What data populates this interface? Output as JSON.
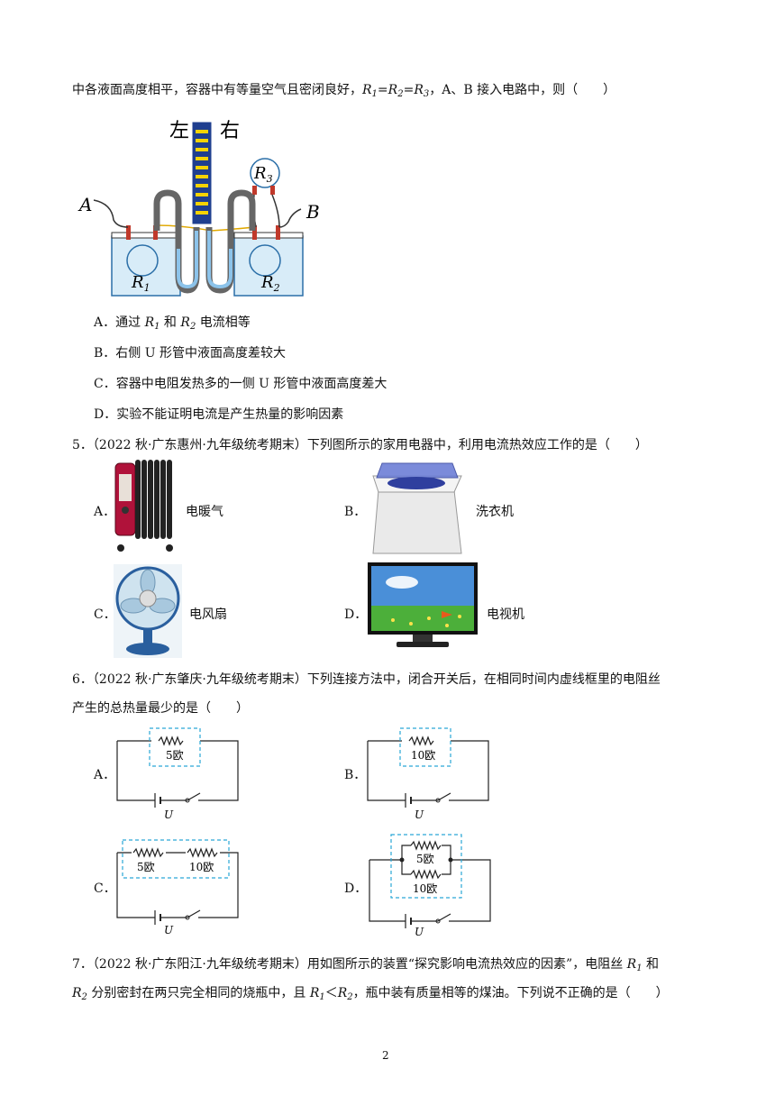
{
  "page_number": "2",
  "q4": {
    "stem_tail_a": "中各液面高度相平，容器中有等量空气且密闭良好，",
    "r1": "R",
    "s1": "1",
    "eq1": "=",
    "r2": "R",
    "s2": "2",
    "eq2": "=",
    "r3": "R",
    "s3": "3",
    "stem_tail_b": "，A、B 接入电路中，则（　　）",
    "diagram": {
      "left": "左",
      "right": "右",
      "a": "A",
      "b": "B",
      "r1": "R",
      "r1s": "1",
      "r2": "R",
      "r2s": "2",
      "r3": "R",
      "r3s": "3"
    },
    "optA_label": "A．通过 ",
    "optA_r1": "R",
    "optA_s1": "1",
    "optA_mid": " 和 ",
    "optA_r2": "R",
    "optA_s2": "2",
    "optA_tail": " 电流相等",
    "optB": "B．右侧 U 形管中液面高度差较大",
    "optC": "C．容器中电阻发热多的一侧 U 形管中液面高度差大",
    "optD": "D．实验不能证明电流是产生热量的影响因素"
  },
  "q5": {
    "stem": "5．（2022 秋·广东惠州·九年级统考期末）下列图所示的家用电器中，利用电流热效应工作的是（　　）",
    "options": [
      {
        "letter": "A．",
        "name": "电暖气",
        "icon": "oil-heater"
      },
      {
        "letter": "B．",
        "name": "洗衣机",
        "icon": "washing-machine"
      },
      {
        "letter": "C．",
        "name": "电风扇",
        "icon": "desk-fan"
      },
      {
        "letter": "D．",
        "name": "电视机",
        "icon": "television"
      }
    ]
  },
  "q6": {
    "stem_line1": "6．（2022 秋·广东肇庆·九年级统考期末）下列连接方法中，闭合开关后，在相同时间内虚线框里的电阻丝",
    "stem_line2": "产生的总热量最少的是（　　）",
    "options": [
      {
        "letter": "A．",
        "labels": [
          "5欧"
        ],
        "voltage": "U"
      },
      {
        "letter": "B．",
        "labels": [
          "10欧"
        ],
        "voltage": "U"
      },
      {
        "letter": "C．",
        "labels": [
          "5欧",
          "10欧"
        ],
        "voltage": "U"
      },
      {
        "letter": "D．",
        "labels": [
          "5欧",
          "10欧"
        ],
        "voltage": "U"
      }
    ]
  },
  "q7": {
    "line1_a": "7．（2022 秋·广东阳江·九年级统考期末）用如图所示的装置“探究影响电流热效应的因素”，电阻丝 ",
    "line1_r": "R",
    "line1_s": "1",
    "line1_b": " 和",
    "line2_r2": "R",
    "line2_s2": "2",
    "line2_a": " 分别密封在两只完全相同的烧瓶中，且 ",
    "line2_r1b": "R",
    "line2_s1b": "1",
    "line2_lt": "＜",
    "line2_r2b": "R",
    "line2_s2b": "2",
    "line2_b": "，瓶中装有质量相等的煤油。下列说不正确的是（　　）"
  }
}
